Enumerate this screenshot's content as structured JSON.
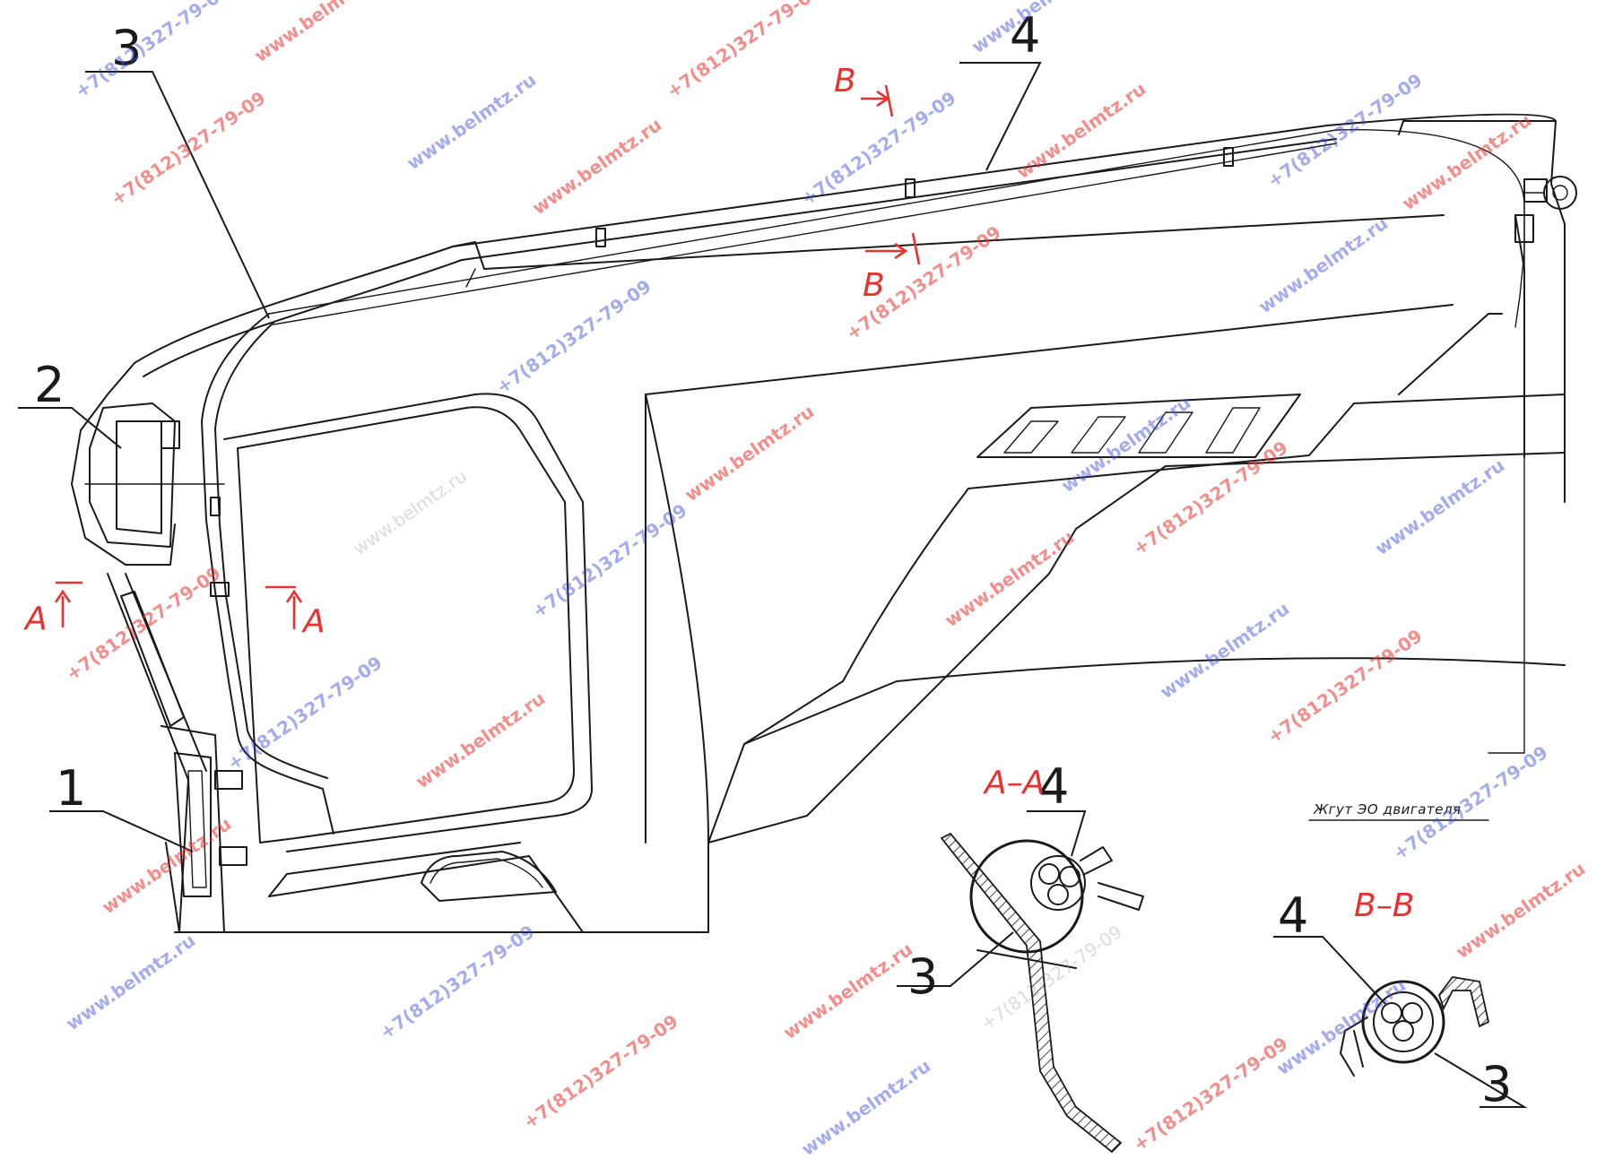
{
  "callouts": {
    "c1": "1",
    "c2": "2",
    "c3_top": "3",
    "c4_top": "4",
    "c4_aa": "4",
    "c3_aa": "3",
    "c4_bb": "4",
    "c3_bb": "3"
  },
  "section_marks": {
    "a_left": "A",
    "a_right": "A",
    "b_top": "B",
    "b_bottom": "B",
    "title_aa": "A–A",
    "title_bb": "B–B"
  },
  "note": "Жгут ЭО двигателя",
  "watermarks": {
    "url": "www.belmtz.ru",
    "phone": "+7(812)327-79-09"
  },
  "colors": {
    "line": "#1a1a1a",
    "section_red": "#e8322f",
    "watermark_red": "#e8322f",
    "watermark_blue": "#3a4ad8"
  }
}
